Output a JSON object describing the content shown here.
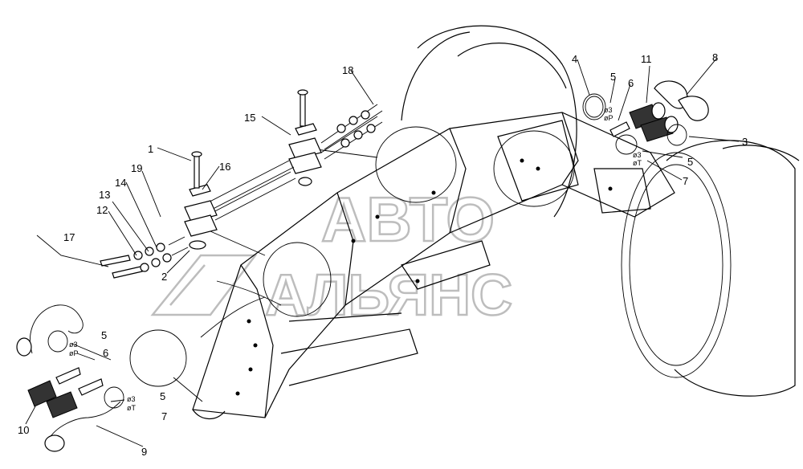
{
  "watermark": {
    "line1": "АВТО",
    "line2": "АЛЬЯНС"
  },
  "callouts": [
    "1",
    "2",
    "3",
    "4",
    "5",
    "6",
    "7",
    "8",
    "9",
    "10",
    "11",
    "12",
    "13",
    "14",
    "15",
    "16",
    "17",
    "18",
    "19"
  ],
  "spec_labels": {
    "d3": "ø3",
    "dP": "øP",
    "dT": "øT"
  }
}
